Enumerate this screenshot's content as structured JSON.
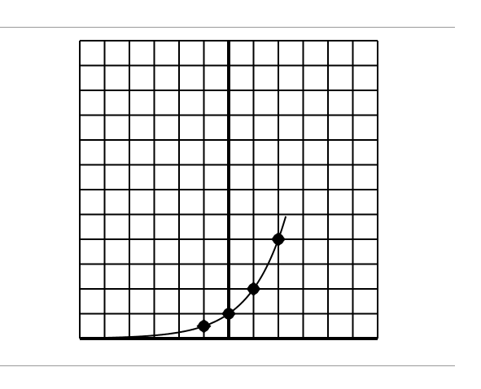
{
  "colors": {
    "background": "#ffffff",
    "grid": "#000000",
    "curve": "#000000",
    "points": "#000000",
    "rules": "#9a9a9a"
  },
  "chart_data": {
    "type": "scatter",
    "title": "",
    "xlabel": "",
    "ylabel": "",
    "xlim": [
      -6,
      6
    ],
    "ylim": [
      0,
      12
    ],
    "grid": true,
    "grid_step": 1,
    "axis_x": 0,
    "axis_y": 0,
    "curve": {
      "shape": "exponential",
      "function": "y = 2^x",
      "x_range": [
        -6,
        2.3
      ]
    },
    "points": [
      {
        "x": -1,
        "y": 0.5
      },
      {
        "x": 0,
        "y": 1
      },
      {
        "x": 1,
        "y": 2
      },
      {
        "x": 2,
        "y": 4
      }
    ]
  }
}
